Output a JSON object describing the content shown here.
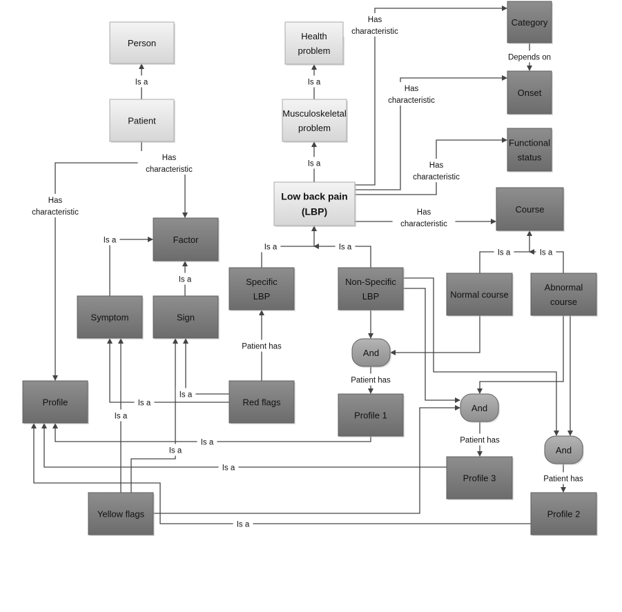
{
  "nodes": {
    "person": {
      "lines": [
        "Person"
      ],
      "style": "light"
    },
    "patient": {
      "lines": [
        "Patient"
      ],
      "style": "light"
    },
    "health_problem": {
      "lines": [
        "Health",
        "problem"
      ],
      "style": "light"
    },
    "musculoskeletal": {
      "lines": [
        "Musculoskeletal",
        "problem"
      ],
      "style": "light"
    },
    "lbp": {
      "lines": [
        "Low back pain",
        "(LBP)"
      ],
      "style": "light"
    },
    "category": {
      "lines": [
        "Category"
      ],
      "style": "dark"
    },
    "onset": {
      "lines": [
        "Onset"
      ],
      "style": "dark"
    },
    "functional_status": {
      "lines": [
        "Functional",
        "status"
      ],
      "style": "dark"
    },
    "course": {
      "lines": [
        "Course"
      ],
      "style": "dark"
    },
    "factor": {
      "lines": [
        "Factor"
      ],
      "style": "dark"
    },
    "symptom": {
      "lines": [
        "Symptom"
      ],
      "style": "dark"
    },
    "sign": {
      "lines": [
        "Sign"
      ],
      "style": "dark"
    },
    "specific_lbp": {
      "lines": [
        "Specific",
        "LBP"
      ],
      "style": "dark"
    },
    "non_specific_lbp": {
      "lines": [
        "Non-Specific",
        "LBP"
      ],
      "style": "dark"
    },
    "normal_course": {
      "lines": [
        "Normal course"
      ],
      "style": "dark"
    },
    "abnormal_course": {
      "lines": [
        "Abnormal",
        "course"
      ],
      "style": "dark"
    },
    "and1": {
      "lines": [
        "And"
      ],
      "style": "gate"
    },
    "and2": {
      "lines": [
        "And"
      ],
      "style": "gate"
    },
    "and3": {
      "lines": [
        "And"
      ],
      "style": "gate"
    },
    "profile": {
      "lines": [
        "Profile"
      ],
      "style": "dark"
    },
    "red_flags": {
      "lines": [
        "Red flags"
      ],
      "style": "dark"
    },
    "profile1": {
      "lines": [
        "Profile 1"
      ],
      "style": "dark"
    },
    "profile3": {
      "lines": [
        "Profile 3"
      ],
      "style": "dark"
    },
    "yellow_flags": {
      "lines": [
        "Yellow flags"
      ],
      "style": "dark"
    },
    "profile2": {
      "lines": [
        "Profile 2"
      ],
      "style": "dark"
    }
  },
  "edges": [
    {
      "from": "patient",
      "to": "person",
      "label": [
        "Is a"
      ]
    },
    {
      "from": "musculoskeletal",
      "to": "health_problem",
      "label": [
        "Is a"
      ]
    },
    {
      "from": "lbp",
      "to": "musculoskeletal",
      "label": [
        "Is a"
      ]
    },
    {
      "from": "patient",
      "to": "factor",
      "label": [
        "Has",
        "characteristic"
      ]
    },
    {
      "from": "patient",
      "to": "profile",
      "label": [
        "Has",
        "characteristic"
      ]
    },
    {
      "from": "lbp",
      "to": "category",
      "label": [
        "Has",
        "characteristic"
      ]
    },
    {
      "from": "lbp",
      "to": "onset",
      "label": [
        "Has",
        "characteristic"
      ]
    },
    {
      "from": "lbp",
      "to": "functional_status",
      "label": [
        "Has",
        "characteristic"
      ]
    },
    {
      "from": "lbp",
      "to": "course",
      "label": [
        "Has",
        "characteristic"
      ]
    },
    {
      "from": "category",
      "to": "onset",
      "label": [
        "Depends on"
      ]
    },
    {
      "from": "specific_lbp",
      "to": "lbp",
      "label": [
        "Is a"
      ]
    },
    {
      "from": "non_specific_lbp",
      "to": "lbp",
      "label": [
        "Is a"
      ]
    },
    {
      "from": "normal_course",
      "to": "course",
      "label": [
        "Is a"
      ]
    },
    {
      "from": "abnormal_course",
      "to": "course",
      "label": [
        "Is a"
      ]
    },
    {
      "from": "symptom",
      "to": "factor",
      "label": [
        "Is a"
      ]
    },
    {
      "from": "sign",
      "to": "factor",
      "label": [
        "Is a"
      ]
    },
    {
      "from": "red_flags",
      "to": "specific_lbp",
      "label": [
        "Patient has"
      ]
    },
    {
      "from": "red_flags",
      "to": "sign",
      "label": [
        "Is a"
      ]
    },
    {
      "from": "red_flags",
      "to": "symptom",
      "label": [
        "Is a"
      ]
    },
    {
      "from": "yellow_flags",
      "to": "symptom",
      "label": [
        "Is a"
      ]
    },
    {
      "from": "yellow_flags",
      "to": "sign",
      "label": [
        "Is a"
      ]
    },
    {
      "from": "profile1",
      "to": "profile",
      "label": [
        "Is a"
      ]
    },
    {
      "from": "profile3",
      "to": "profile",
      "label": [
        "Is a"
      ]
    },
    {
      "from": "profile2",
      "to": "profile",
      "label": [
        "Is a"
      ]
    },
    {
      "from": "yellow_flags",
      "to": "and2",
      "label": []
    },
    {
      "from": "non_specific_lbp",
      "to": "and1",
      "label": []
    },
    {
      "from": "normal_course",
      "to": "and1",
      "label": []
    },
    {
      "from": "non_specific_lbp",
      "to": "and2",
      "label": []
    },
    {
      "from": "non_specific_lbp",
      "to": "and3",
      "label": []
    },
    {
      "from": "abnormal_course",
      "to": "and2",
      "label": []
    },
    {
      "from": "abnormal_course",
      "to": "and3",
      "label": []
    },
    {
      "from": "and1",
      "to": "profile1",
      "label": [
        "Patient has"
      ]
    },
    {
      "from": "and2",
      "to": "profile3",
      "label": [
        "Patient has"
      ]
    },
    {
      "from": "and3",
      "to": "profile2",
      "label": [
        "Patient has"
      ]
    }
  ],
  "colors": {
    "light_fill": "#e6e6e6",
    "dark_fill": "#7f7f7f",
    "gate_fill": "#a6a6a6",
    "line": "#444444"
  }
}
